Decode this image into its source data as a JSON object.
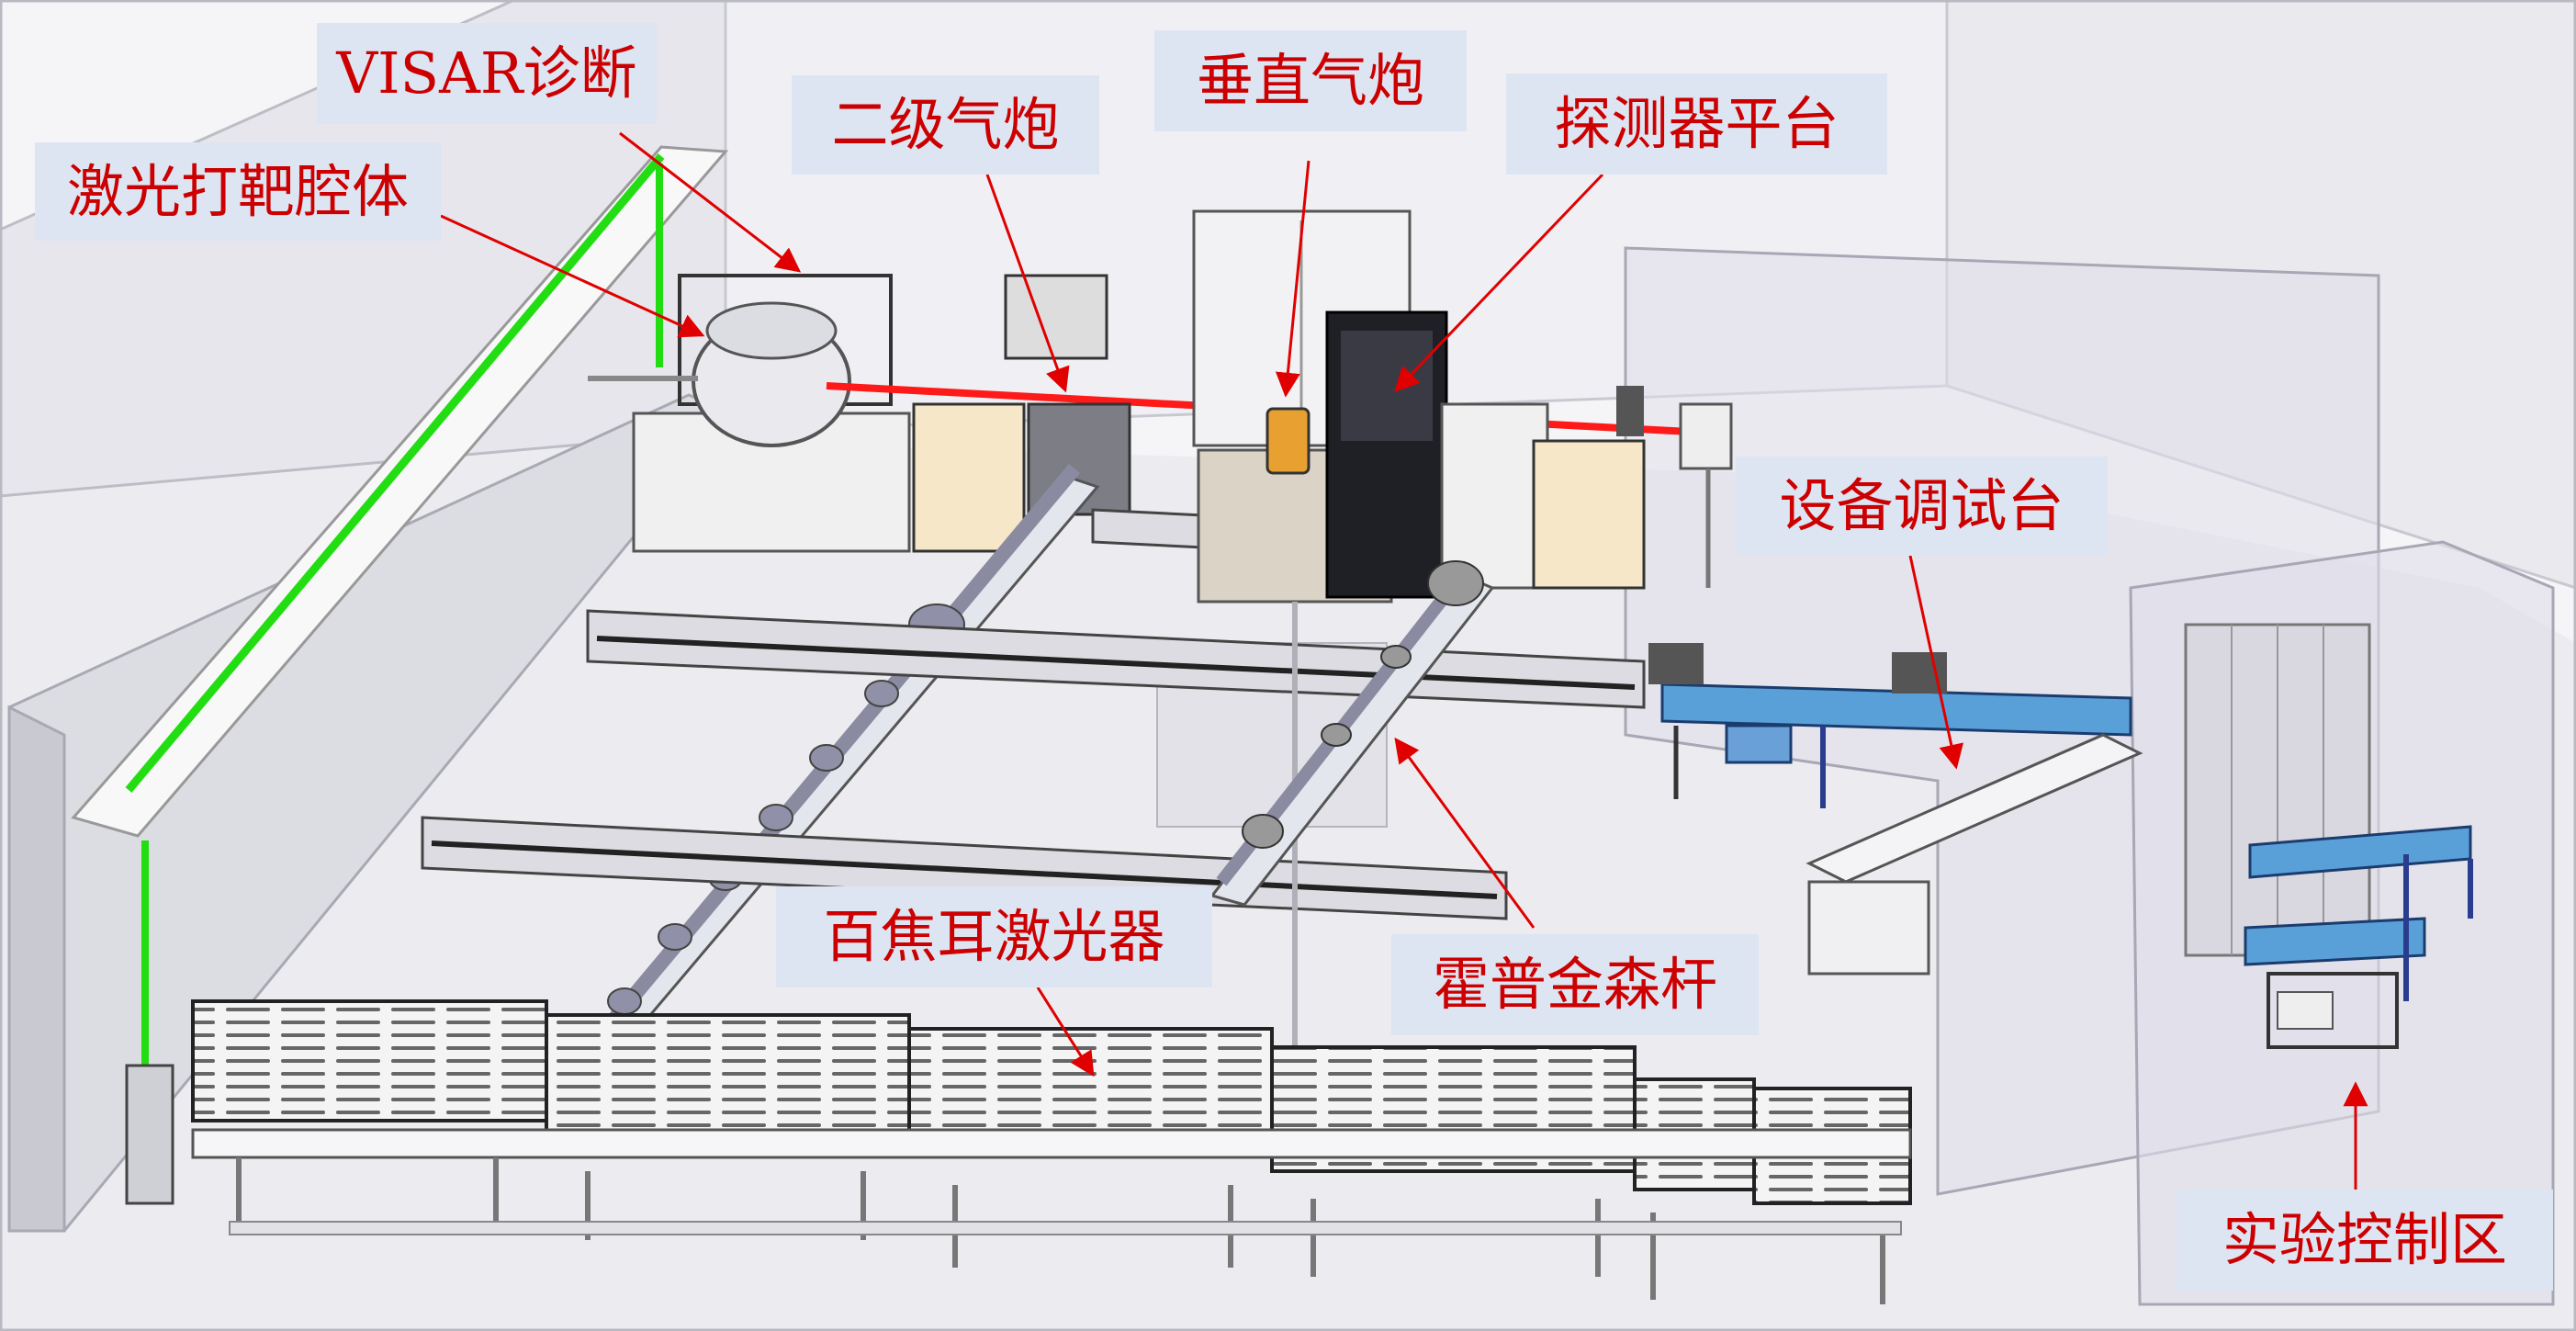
{
  "labels": {
    "visar": "VISAR诊断",
    "laser_target_chamber": "激光打靶腔体",
    "two_stage_gas_gun": "二级气炮",
    "vertical_gas_gun": "垂直气炮",
    "detector_platform": "探测器平台",
    "equipment_debug_table": "设备调试台",
    "petawatt_laser": "百焦耳激光器",
    "hopkinson_bar": "霍普金森杆",
    "experiment_control_area": "实验控制区"
  },
  "colors": {
    "label_text": "#cc0000",
    "label_background": "#dde5f2",
    "arrow": "#e00000",
    "laser_beam_red": "#ff1a1a",
    "visar_beam_green": "#22dd11"
  }
}
